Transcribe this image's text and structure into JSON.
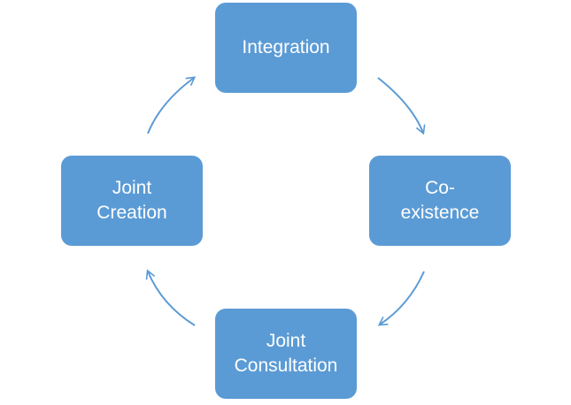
{
  "colors": {
    "node_fill": "#5b9bd5",
    "node_text": "#ffffff",
    "arrow": "#5b9bd5",
    "background": "#ffffff"
  },
  "nodes": [
    {
      "id": "integration",
      "label": "Integration"
    },
    {
      "id": "coexistence",
      "label": "Co-\nexistence"
    },
    {
      "id": "consultation",
      "label": "Joint\nConsultation"
    },
    {
      "id": "creation",
      "label": "Joint\nCreation"
    }
  ],
  "cycle_direction": "clockwise"
}
